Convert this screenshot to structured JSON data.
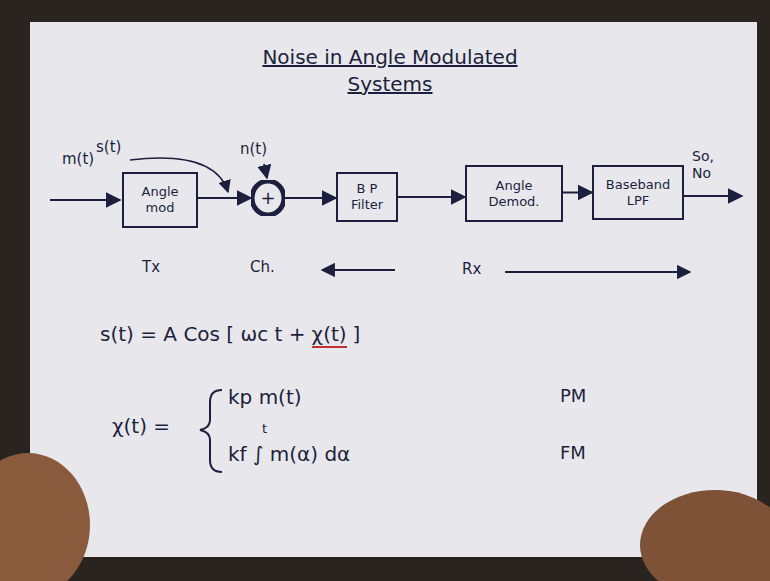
{
  "diagram": {
    "title": "Noise in Angle Modulated Systems",
    "nodes": [
      {
        "text": [
          "Angle mod"
        ]
      },
      {
        "text": [
          "+"
        ]
      },
      {
        "text": [
          "B P Filter"
        ]
      },
      {
        "text": [
          "Angle Demod."
        ]
      },
      {
        "text": [
          "Baseband LPF"
        ]
      }
    ],
    "edges": [
      {
        "from": 0,
        "to": 1,
        "arrow": "to"
      },
      {
        "from": 1,
        "to": 2,
        "arrow": "to"
      },
      {
        "from": 2,
        "to": 3,
        "arrow": "to"
      },
      {
        "from": 3,
        "to": 4,
        "arrow": "to"
      }
    ],
    "labels": [
      "m(t)",
      "s(t)",
      "n(t)",
      "So, No",
      "Tx",
      "Ch.",
      "Rx",
      "s(t) = A Cos [ ωc t +",
      "χ(t)",
      "]",
      "χ(t) =",
      "kp m(t)",
      "PM",
      "kf ∫ m(α) dα",
      "t",
      "FM"
    ]
  }
}
